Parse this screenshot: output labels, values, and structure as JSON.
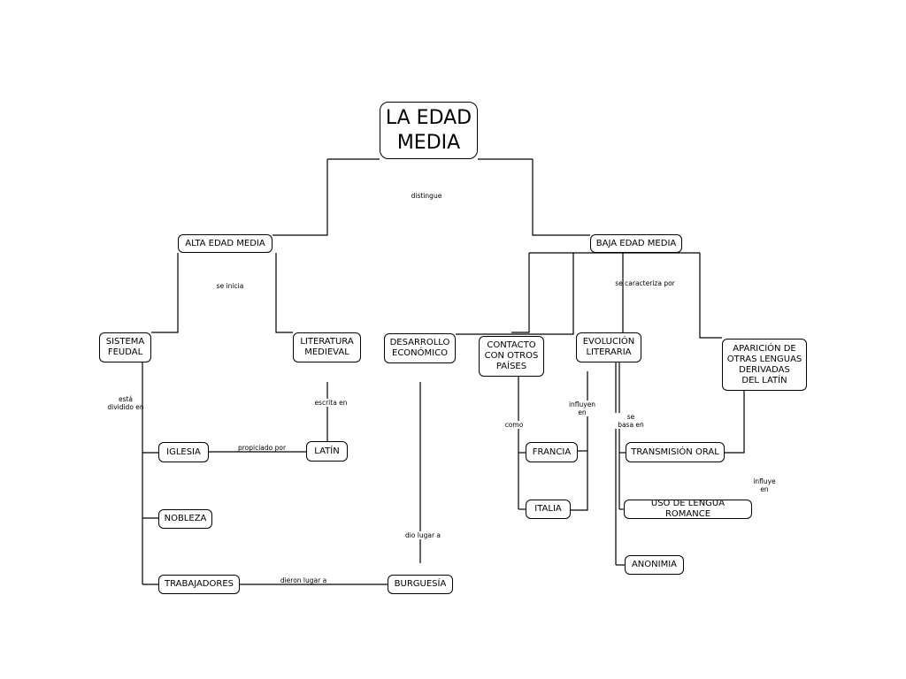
{
  "nodes": {
    "root": "LA EDAD\nMEDIA",
    "alta": "ALTA EDAD MEDIA",
    "baja": "BAJA EDAD MEDIA",
    "feudal": "SISTEMA\nFEUDAL",
    "literatura": "LITERATURA\nMEDIEVAL",
    "desarrollo": "DESARROLLO\nECONÓMICO",
    "contacto": "CONTACTO\nCON OTROS\nPAÍSES",
    "evolucion": "EVOLUCIÓN\nLITERARIA",
    "aparicion": "APARICIÓN DE\nOTRAS LENGUAS\nDERIVADAS\nDEL LATÍN",
    "iglesia": "IGLESIA",
    "nobleza": "NOBLEZA",
    "trabajadores": "TRABAJADORES",
    "latin": "LATÍN",
    "burguesia": "BURGUESÍA",
    "francia": "FRANCIA",
    "italia": "ITALIA",
    "transmision": "TRANSMISIÓN ORAL",
    "uso": "USO DE LENGUA ROMANCE",
    "anonimia": "ANONIMIA"
  },
  "links": {
    "distingue": "distingue",
    "se_inicia": "se inicia",
    "se_caracteriza": "se caracteriza por",
    "esta_dividido": "está\ndividido en",
    "escrita_en": "escrita en",
    "propiciado_por": "propiciado por",
    "dio_lugar": "dio lugar a",
    "dieron_lugar": "dieron lugar a",
    "como": "como",
    "influyen_en": "influyen\nen",
    "se_basa": "se\nbasa en",
    "influye_en": "influye\nen"
  }
}
